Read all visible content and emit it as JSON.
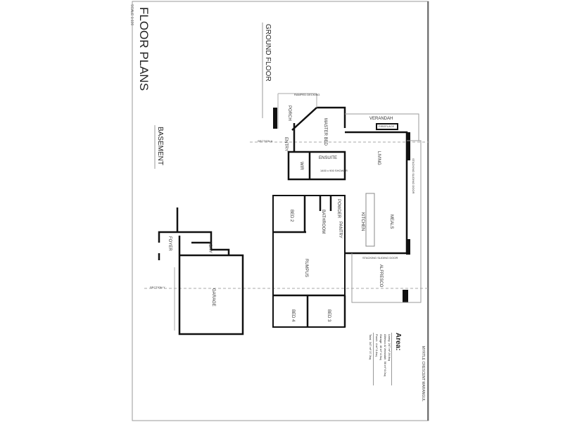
{
  "title": "FLOOR PLANS",
  "scale": "SCALE 1:100",
  "sections": {
    "ground": "GROUND FLOOR",
    "basement": "BASEMENT"
  },
  "rooms": {
    "ramped_decking": "RAMPED DECKING",
    "porch": "PORCH",
    "master_bed": "MASTER BED",
    "entry": "ENTRY",
    "ensuite": "ENSUITE",
    "wir": "WIR",
    "verandah": "VERANDAH",
    "fireplace": "FIREPLACE",
    "living": "LIVING",
    "kitchen": "KITCHEN",
    "meals": "MEALS",
    "powder": "POWDER",
    "bathroom": "BATHROOM",
    "pantry": "PANTRY",
    "bed2": "BED 2",
    "rumpus": "RUMPUS",
    "alfresco": "ALFRESCO",
    "bed4": "BED 4",
    "bed3": "BED 3",
    "garage": "GARAGE",
    "ldry": "LDRY",
    "foyer": "FOYER"
  },
  "notes": {
    "section_a": "SECTION A",
    "section_y": "SECTION Y",
    "stacking_door_1": "STACKING SLIDING DOOR",
    "stacking_door_2": "STACKING SLIDING DOOR",
    "shower": "1400 x 900 SHOWER"
  },
  "area": {
    "heading": "Area:",
    "rows": [
      {
        "name": "Living",
        "m2": "247 m²",
        "sq": "26.6sq"
      },
      {
        "name": "Alfresco & Verandah",
        "m2": "56 m²",
        "sq": "6.0sq"
      },
      {
        "name": "Garage",
        "m2": "40 m²",
        "sq": "4.3sq"
      },
      {
        "name": "Porch",
        "m2": "4 m²",
        "sq": "0.4sq"
      }
    ],
    "total": {
      "name": "Total",
      "m2": "347 m²",
      "sq": "37.3sq"
    }
  },
  "address": "MYRTLE CRESCENT MARANGUL"
}
